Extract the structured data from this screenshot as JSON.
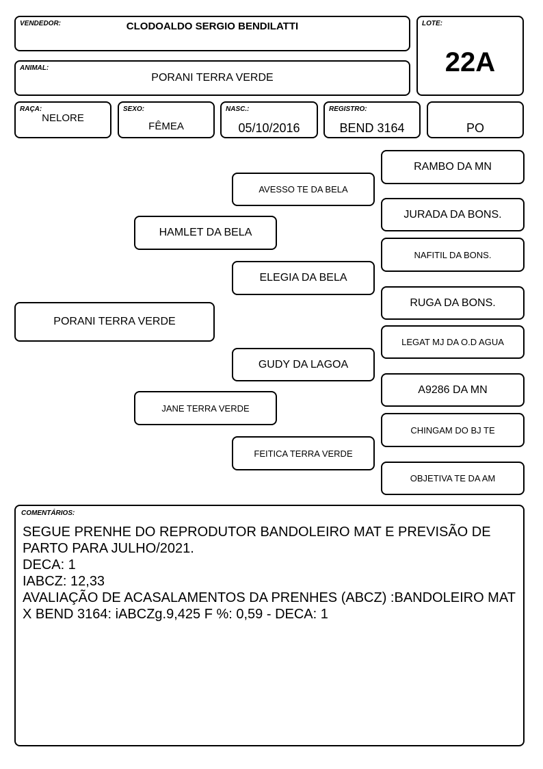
{
  "header": {
    "vendedor_label": "VENDEDOR:",
    "vendedor": "CLODOALDO SERGIO BENDILATTI",
    "lote_label": "LOTE:",
    "lote": "22A",
    "animal_label": "ANIMAL:",
    "animal": "PORANI TERRA VERDE"
  },
  "info": {
    "raca_label": "RAÇA:",
    "raca": "NELORE",
    "sexo_label": "SEXO:",
    "sexo": "FÊMEA",
    "nasc_label": "NASC.:",
    "nasc": "05/10/2016",
    "registro_label": "REGISTRO:",
    "registro": "BEND 3164",
    "categoria": "PO"
  },
  "pedigree": {
    "animal": "PORANI TERRA VERDE",
    "sire": "HAMLET DA BELA",
    "dam": "JANE TERRA VERDE",
    "sire_sire": "AVESSO TE DA BELA",
    "sire_dam": "ELEGIA DA BELA",
    "dam_sire": "GUDY DA LAGOA",
    "dam_dam": "FEITICA TERRA VERDE",
    "ggp": [
      "RAMBO DA MN",
      "JURADA DA BONS.",
      "NAFITIL DA BONS.",
      "RUGA DA BONS.",
      "LEGAT MJ DA O.D AGUA",
      "A9286 DA MN",
      "CHINGAM DO BJ TE",
      "OBJETIVA TE DA AM"
    ]
  },
  "comments": {
    "label": "COMENTÁRIOS:",
    "lines": [
      "SEGUE PRENHE DO REPRODUTOR BANDOLEIRO MAT E PREVISÃO DE PARTO PARA JULHO/2021.",
      "DECA: 1",
      "IABCZ: 12,33",
      "AVALIAÇÃO DE ACASALAMENTOS DA PRENHES (ABCZ) :BANDOLEIRO MAT X BEND 3164: iABCZg.9,425 F %: 0,59 - DECA: 1"
    ]
  }
}
